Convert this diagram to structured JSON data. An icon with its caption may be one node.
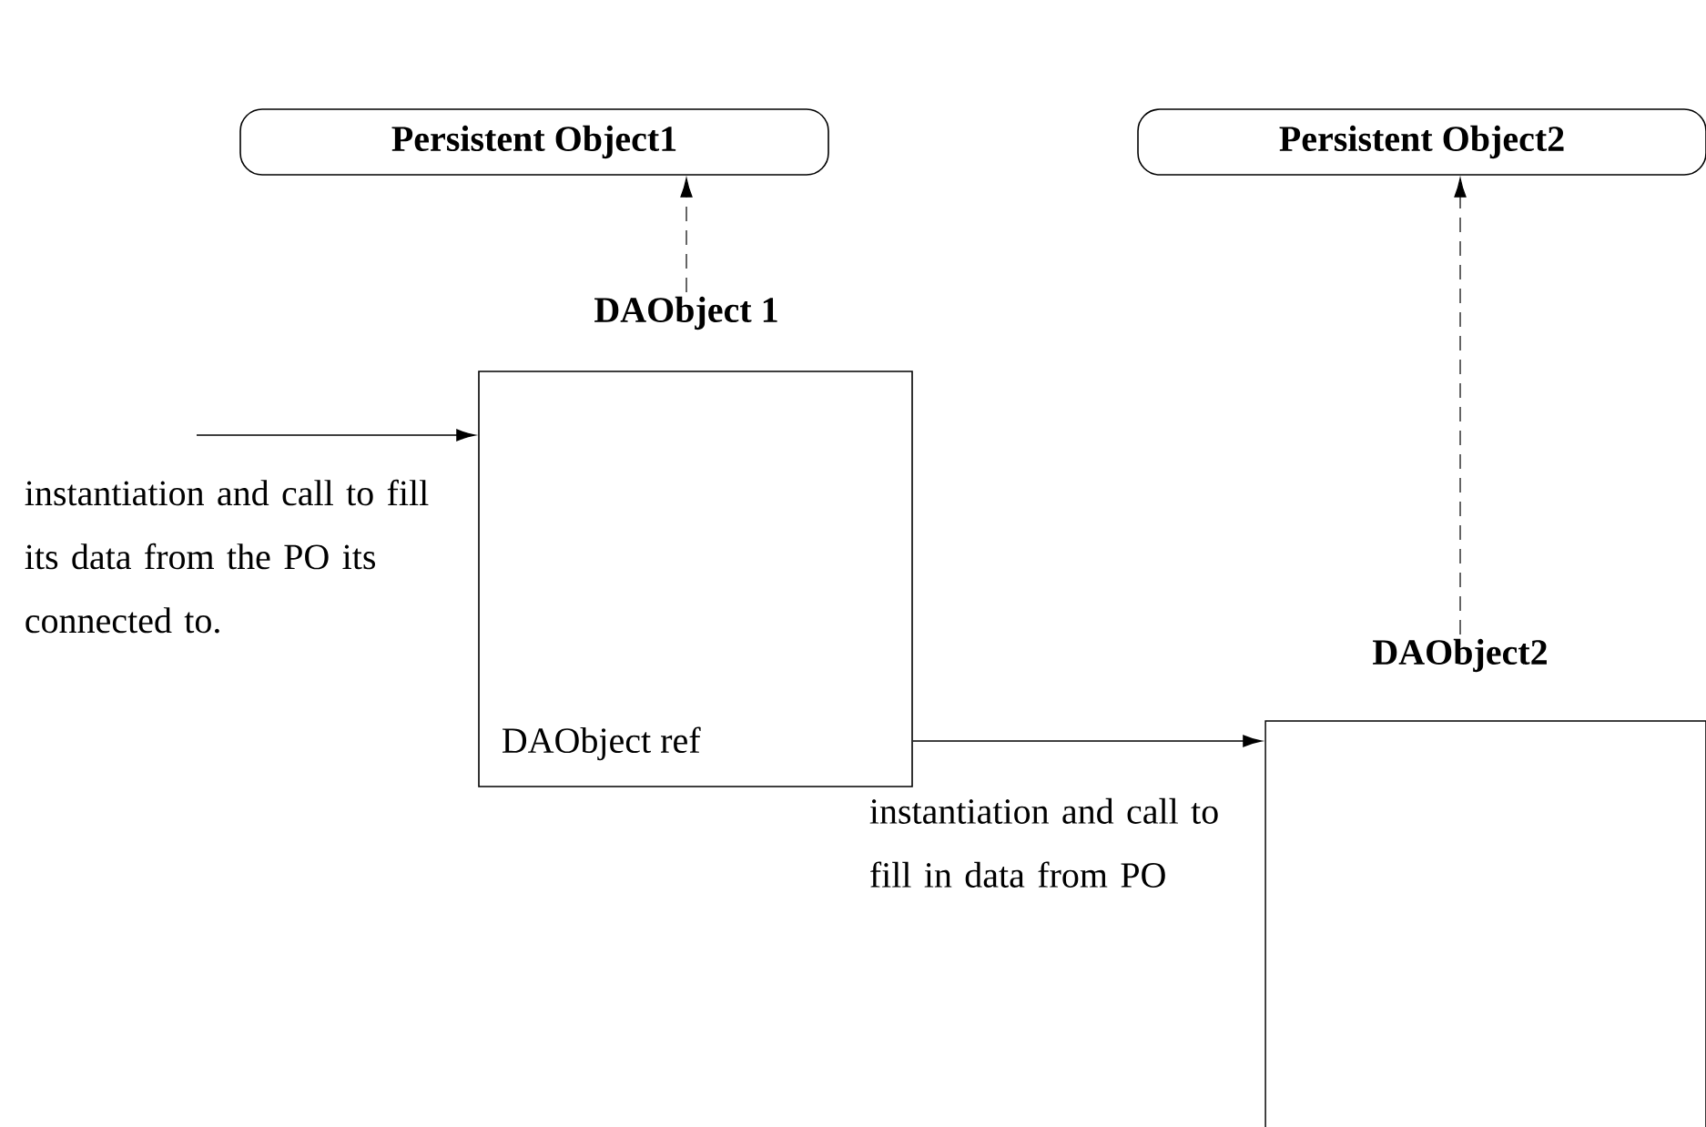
{
  "diagram": {
    "nodes": [
      {
        "text": [
          "Persistent Object1"
        ]
      },
      {
        "text": [
          "Persistent Object2"
        ]
      },
      {
        "text": [
          "DAObject 1",
          "DAObject ref"
        ]
      },
      {
        "text": [
          "DAObject2"
        ]
      }
    ],
    "edges": [
      {
        "from": null,
        "to": 2,
        "arrow": "to",
        "label": "instantiation and call to fill its data from the PO its connected to."
      },
      {
        "from": 2,
        "to": 3,
        "arrow": "to",
        "label": "instantiation and call to fill in data from PO"
      },
      {
        "from": 2,
        "to": 0,
        "arrow": "to",
        "style": "dashed"
      },
      {
        "from": 3,
        "to": 1,
        "arrow": "to",
        "style": "dashed"
      }
    ]
  }
}
